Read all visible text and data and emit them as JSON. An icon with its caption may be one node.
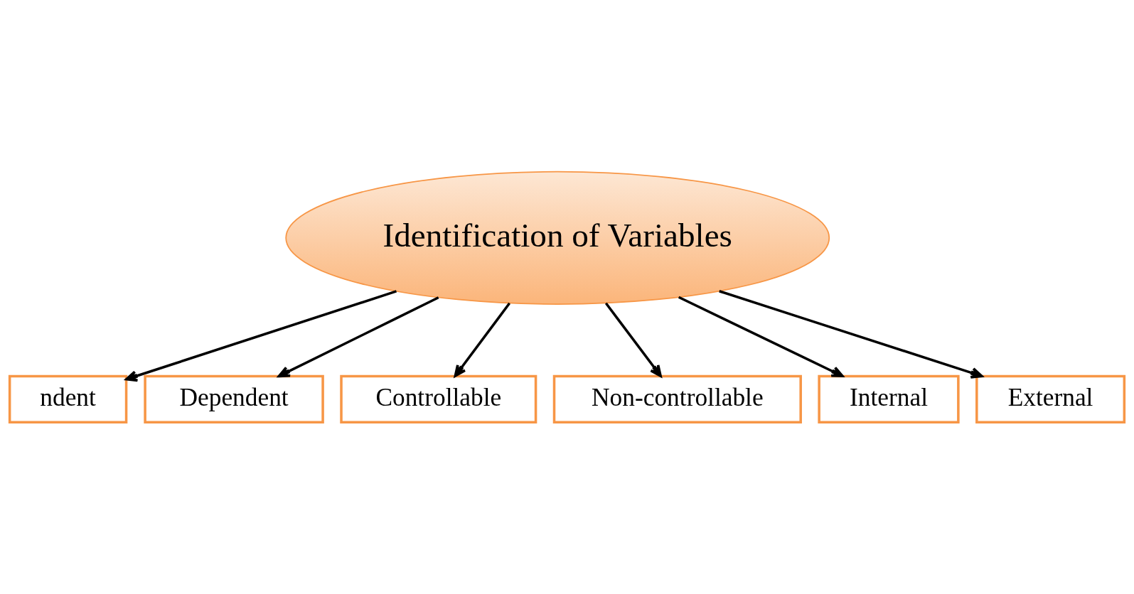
{
  "diagram": {
    "nodes": [
      {
        "text": [
          "Identification of Variables"
        ]
      },
      {
        "text": [
          "ndent"
        ]
      },
      {
        "text": [
          "Dependent"
        ]
      },
      {
        "text": [
          "Controllable"
        ]
      },
      {
        "text": [
          "Non-controllable"
        ]
      },
      {
        "text": [
          "Internal"
        ]
      },
      {
        "text": [
          "External"
        ]
      }
    ],
    "edges": [
      {
        "from": 0,
        "to": 1,
        "arrow": "to"
      },
      {
        "from": 0,
        "to": 2,
        "arrow": "to"
      },
      {
        "from": 0,
        "to": 3,
        "arrow": "to"
      },
      {
        "from": 0,
        "to": 4,
        "arrow": "to"
      },
      {
        "from": 0,
        "to": 5,
        "arrow": "to"
      },
      {
        "from": 0,
        "to": 6,
        "arrow": "to"
      }
    ]
  }
}
